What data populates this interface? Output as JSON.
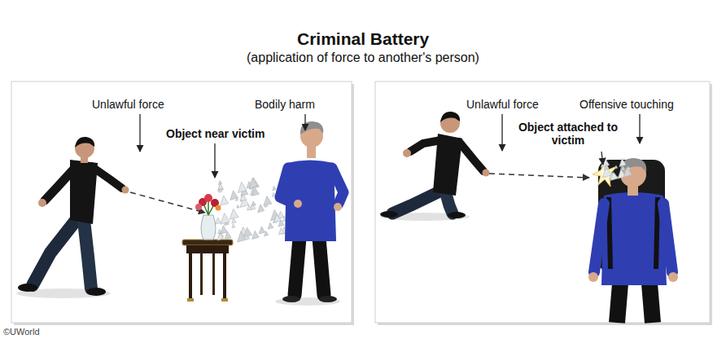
{
  "diagram": {
    "title": "Criminal Battery",
    "labels": [
      "(application of force to another's person)",
      "Unlawful force",
      "Bodily harm",
      "Object near victim",
      "Unlawful force",
      "Offensive touching",
      "Object attached to victim",
      "©UWorld"
    ]
  }
}
